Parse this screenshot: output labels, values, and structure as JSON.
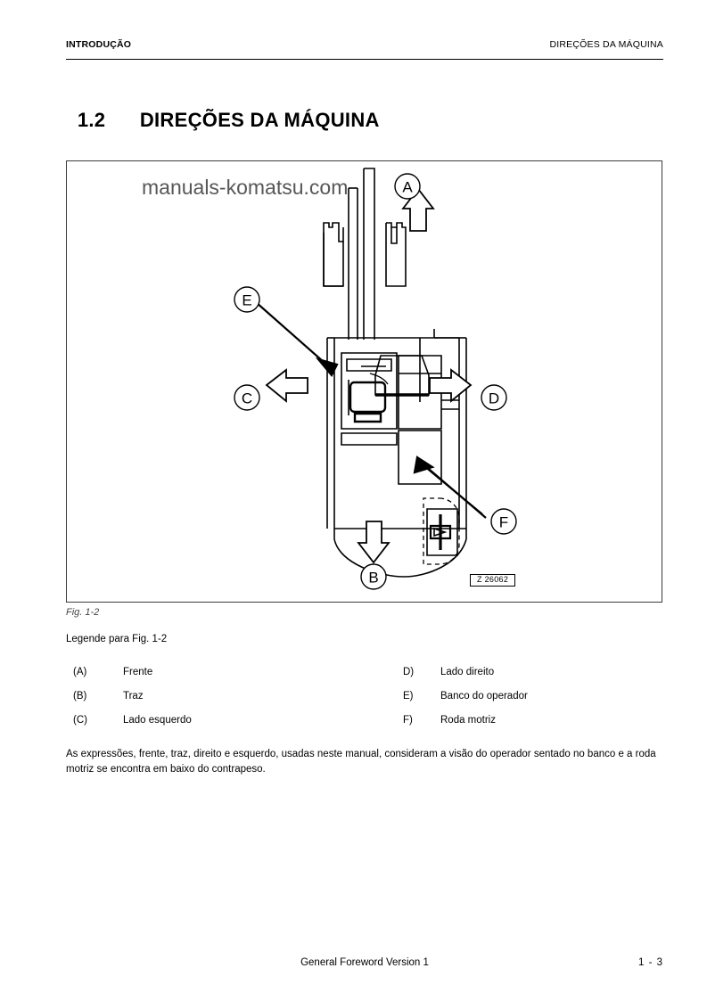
{
  "header": {
    "left_text": "INTRODUÇÃO",
    "right_text": "DIREÇÕES DA MÁQUINA"
  },
  "title": {
    "number": "1.2",
    "text": "DIREÇÕES DA MÁQUINA"
  },
  "figure": {
    "watermark": "manuals-komatsu.com",
    "reference_code": "Z 26062",
    "caption": "Fig. 1-2",
    "callouts": [
      {
        "label": "A",
        "kind": "direction-arrow",
        "arrow": "up"
      },
      {
        "label": "B",
        "kind": "direction-arrow",
        "arrow": "down"
      },
      {
        "label": "C",
        "kind": "direction-arrow",
        "arrow": "left"
      },
      {
        "label": "D",
        "kind": "direction-arrow",
        "arrow": "right"
      },
      {
        "label": "E",
        "kind": "leader-pointer",
        "arrow": "none"
      },
      {
        "label": "F",
        "kind": "leader-pointer",
        "arrow": "none"
      }
    ]
  },
  "legend": {
    "heading": "Legende para Fig. 1-2",
    "rows": [
      {
        "left_key": "(A)",
        "left_value": "Frente",
        "right_key": "D)",
        "right_value": "Lado direito"
      },
      {
        "left_key": "(B)",
        "left_value": "Traz",
        "right_key": "E)",
        "right_value": "Banco do operador"
      },
      {
        "left_key": "(C)",
        "left_value": "Lado esquerdo",
        "right_key": "F)",
        "right_value": "Roda motriz"
      }
    ]
  },
  "body": {
    "paragraph": "As expressões, frente, traz, direito e esquerdo, usadas neste manual, consideram a visão do operador sentado no banco e a roda motriz se encontra em baixo do contrapeso."
  },
  "footer": {
    "center_text": "General Foreword Version 1",
    "page_number": "1 - 3"
  },
  "colors": {
    "ink": "#000000",
    "watermark": "#575757",
    "figure_border": "#3c3c3c"
  }
}
